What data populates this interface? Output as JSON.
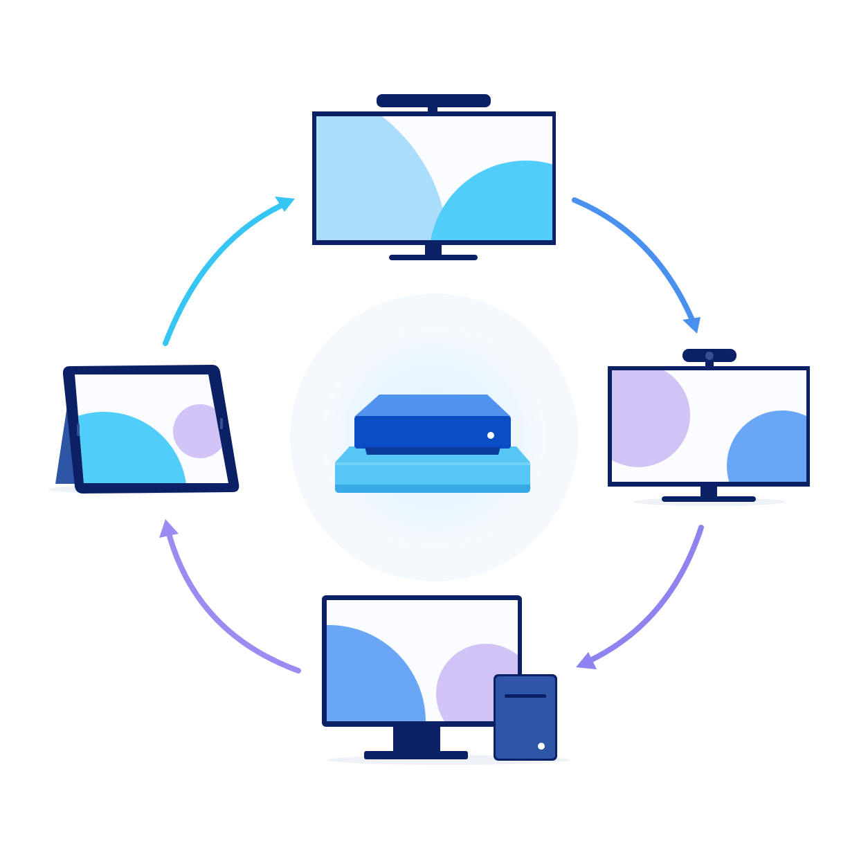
{
  "diagram": {
    "type": "device-sync-cycle",
    "center": {
      "icon": "hub-device-icon"
    },
    "nodes": [
      {
        "id": "top",
        "icon": "tv-with-soundbar-icon"
      },
      {
        "id": "right",
        "icon": "monitor-with-webcam-icon"
      },
      {
        "id": "bottom",
        "icon": "desktop-monitor-with-tower-icon"
      },
      {
        "id": "left",
        "icon": "tablet-with-stand-icon"
      }
    ],
    "flow": [
      {
        "from": "left",
        "to": "top",
        "color": "#37c6f4"
      },
      {
        "from": "top",
        "to": "right",
        "color": "#4a90ee"
      },
      {
        "from": "right",
        "to": "bottom",
        "color": "#8f84ef"
      },
      {
        "from": "bottom",
        "to": "left",
        "color": "#9a8cf0"
      }
    ]
  },
  "colors": {
    "navy": "#0c2165",
    "cyan": "#4fcdf7",
    "light_blue": "#a9dcfb",
    "periwinkle": "#6aa6f6",
    "lavender": "#d3c4f7",
    "hub_blue": "#0b4dc4",
    "hub_base": "#56c7f4"
  }
}
